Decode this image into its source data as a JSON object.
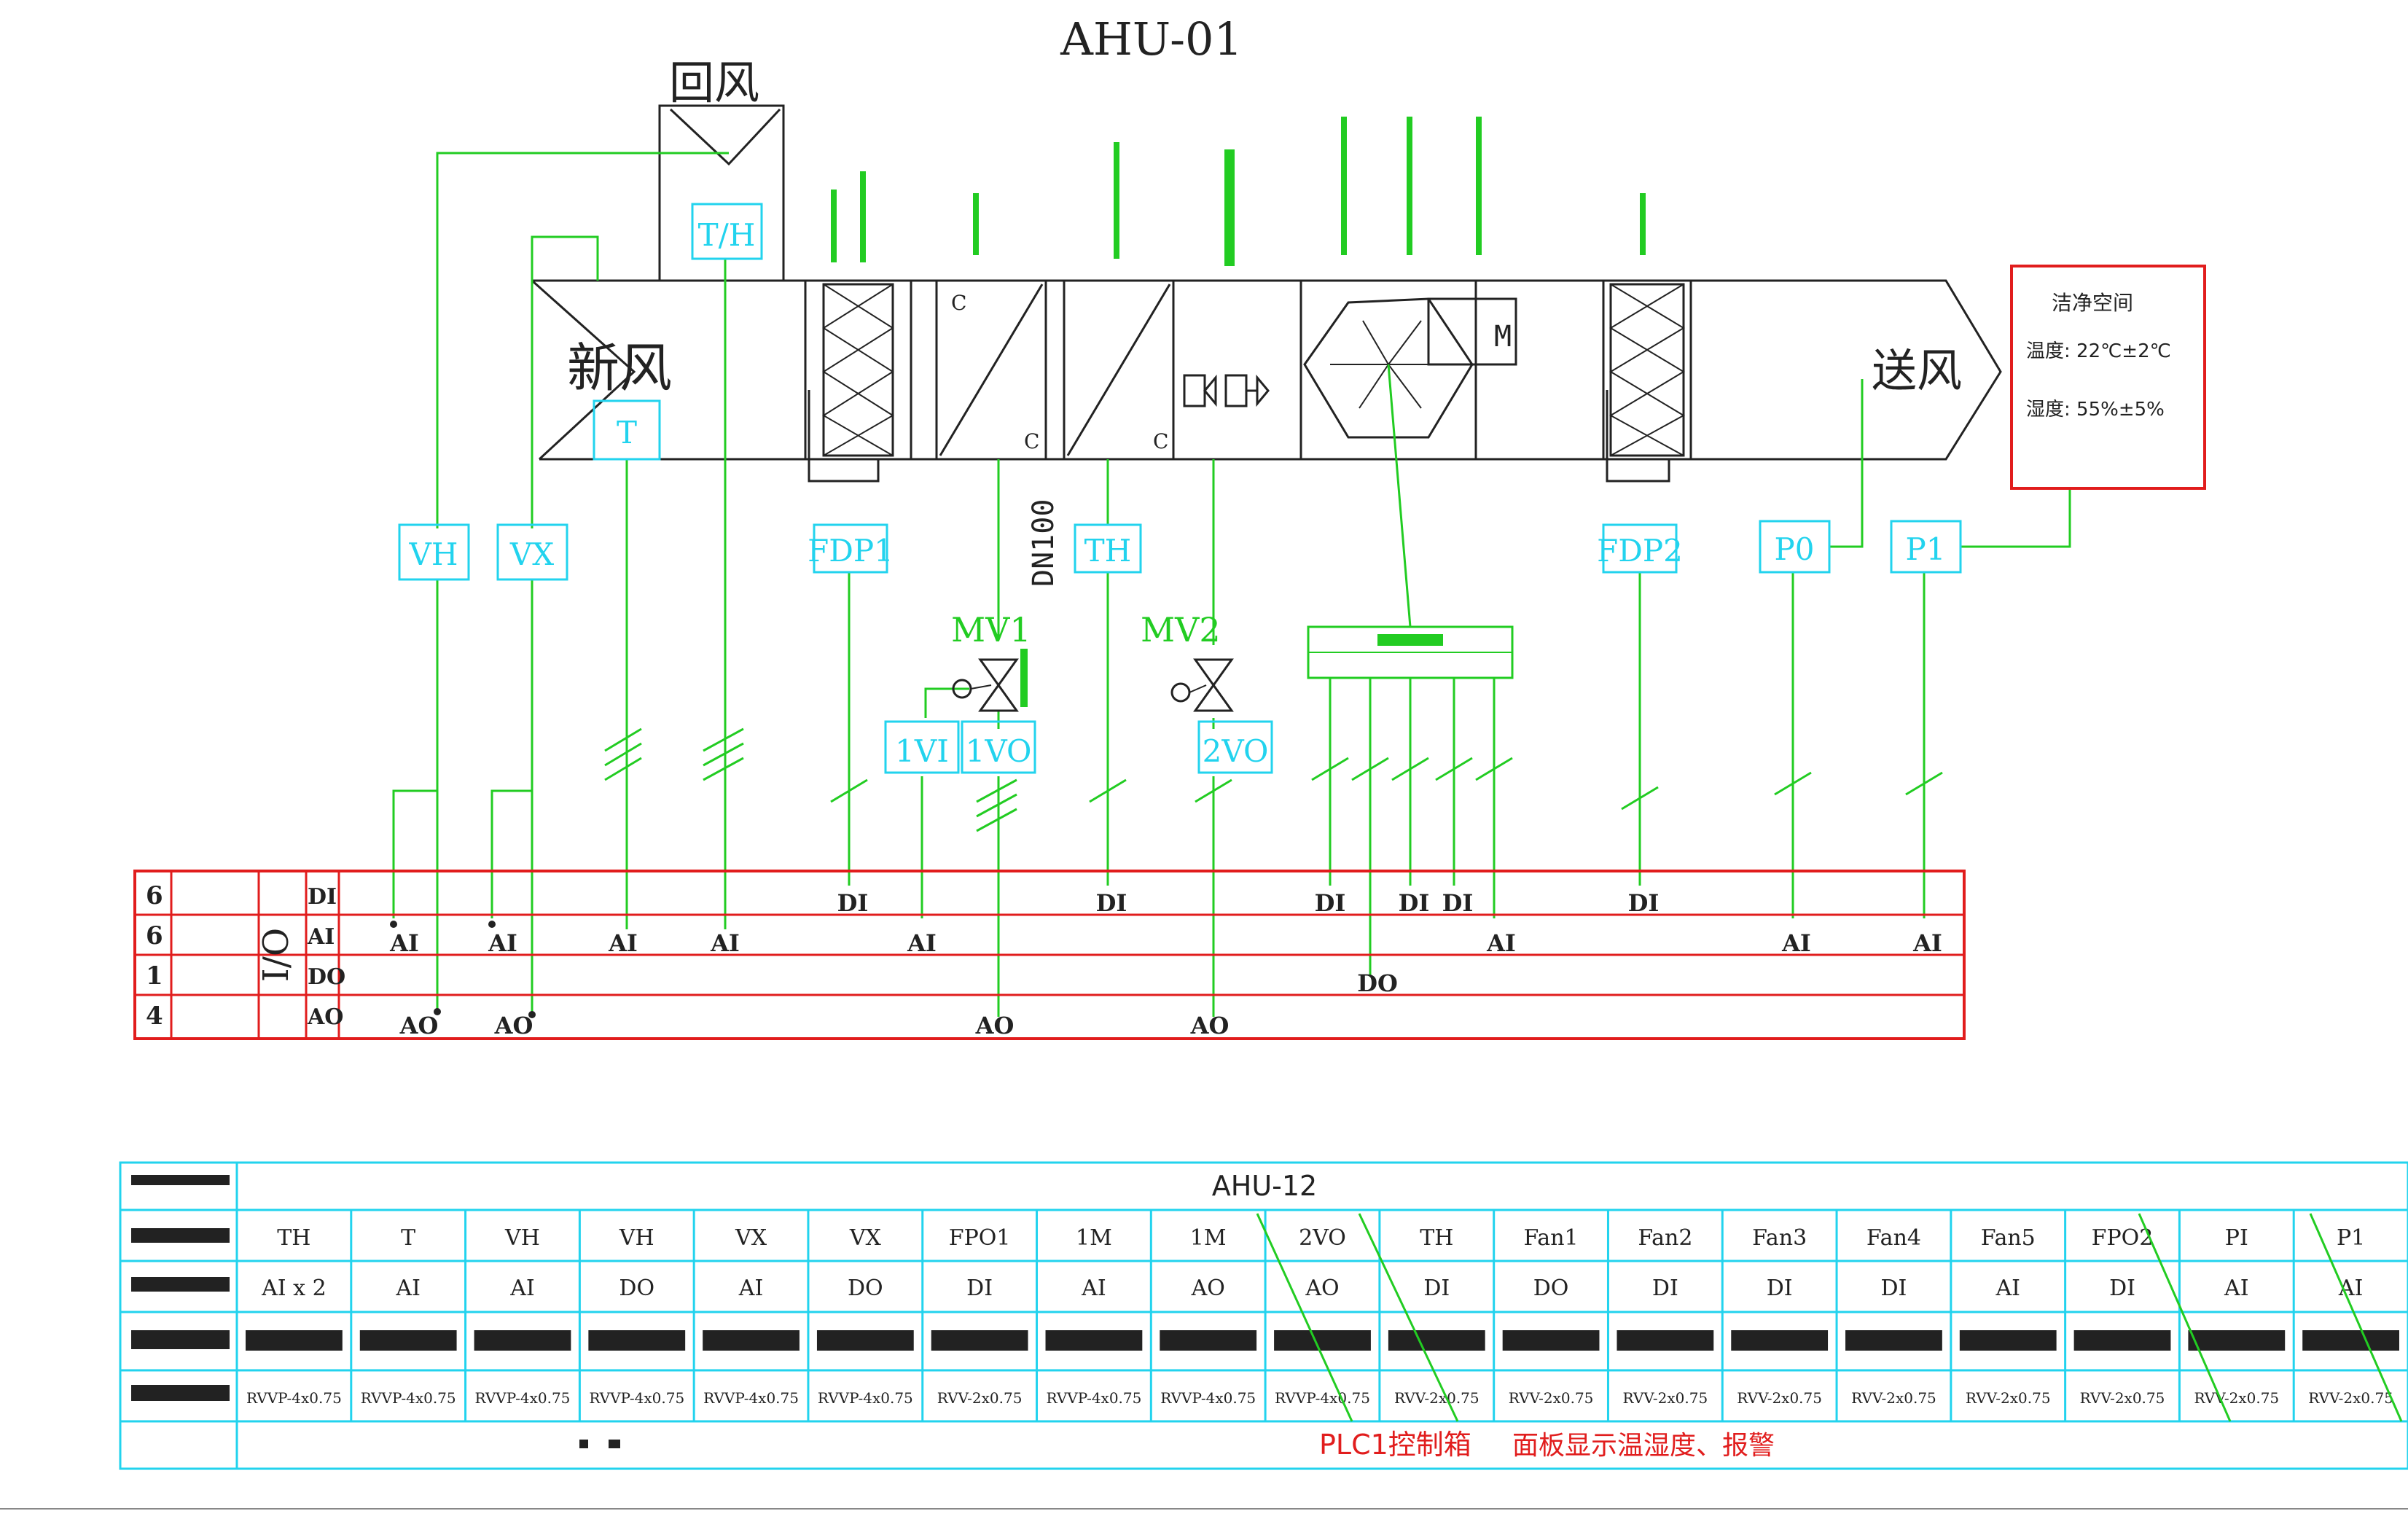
{
  "title": "AHU-01",
  "labels": {
    "return_air": "回风",
    "fresh_air": "新风",
    "supply_air": "送风",
    "pipe": "DN100",
    "motor": "M",
    "coil_c": "C"
  },
  "sensors": {
    "th_return": "T/H",
    "t_fresh": "T",
    "vh": "VH",
    "vx": "VX",
    "fdp1": "FDP1",
    "th": "TH",
    "fdp2": "FDP2",
    "p0": "P0",
    "p1": "P1",
    "mv1": "MV1",
    "mv2": "MV2",
    "ivi": "1VI",
    "ivo": "1VO",
    "twovo": "2VO"
  },
  "room_box": {
    "title": "洁净空间",
    "temp": "温度: 22℃±2℃",
    "humid": "湿度: 55%±5%"
  },
  "io_table": {
    "label": "I/O",
    "rows": [
      {
        "count": "6",
        "type": "DI"
      },
      {
        "count": "6",
        "type": "AI"
      },
      {
        "count": "1",
        "type": "DO"
      },
      {
        "count": "4",
        "type": "AO"
      }
    ],
    "marks": {
      "di": "DI",
      "ai": "AI",
      "do": "DO",
      "ao": "AO"
    }
  },
  "bottom_table": {
    "header": "AHU-12",
    "tags": [
      "TH",
      "T",
      "VH",
      "VH",
      "VX",
      "VX",
      "FPO1",
      "1M",
      "1M",
      "2VO",
      "TH",
      "Fan1",
      "Fan2",
      "Fan3",
      "Fan4",
      "Fan5",
      "FPO2",
      "PI",
      "P1"
    ],
    "types": [
      "AI x 2",
      "AI",
      "AI",
      "DO",
      "AI",
      "DO",
      "DI",
      "AI",
      "AO",
      "AO",
      "DI",
      "DO",
      "DI",
      "DI",
      "DI",
      "AI",
      "DI",
      "AI",
      "AI"
    ],
    "cables": [
      "RVVP-4x0.75",
      "RVVP-4x0.75",
      "RVVP-4x0.75",
      "RVVP-4x0.75",
      "RVVP-4x0.75",
      "RVVP-4x0.75",
      "RVV-2x0.75",
      "RVVP-4x0.75",
      "RVVP-4x0.75",
      "RVVP-4x0.75",
      "RVV-2x0.75",
      "RVV-2x0.75",
      "RVV-2x0.75",
      "RVV-2x0.75",
      "RVV-2x0.75",
      "RVV-2x0.75",
      "RVV-2x0.75",
      "RVV-2x0.75",
      "RVV-2x0.75"
    ],
    "note_plc": "PLC1控制箱",
    "note_panel": "面板显示温湿度、报警"
  }
}
